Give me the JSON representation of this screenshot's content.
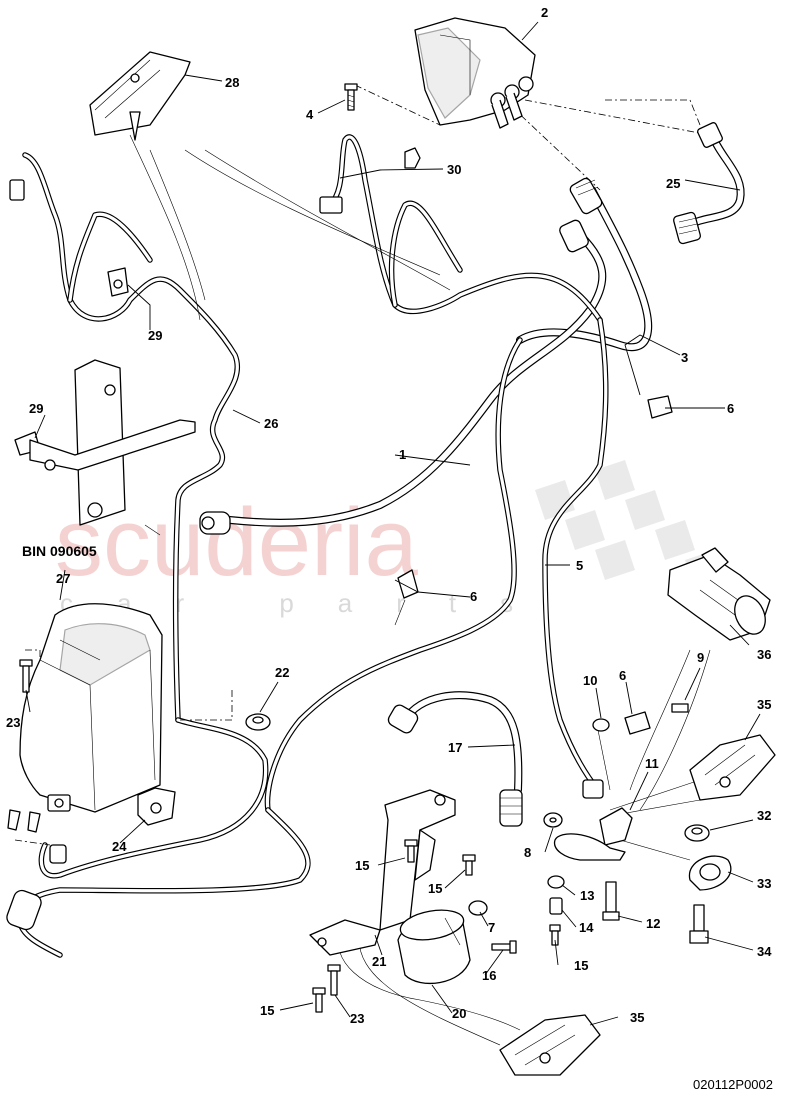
{
  "watermark": {
    "main": "scuderia",
    "sub": "car parts"
  },
  "note": "BIN 090605",
  "reference": "020112P0002",
  "callouts": {
    "c1": "1",
    "c2": "2",
    "c3": "3",
    "c4": "4",
    "c5": "5",
    "c6a": "6",
    "c6b": "6",
    "c6c": "6",
    "c7": "7",
    "c8": "8",
    "c9": "9",
    "c10": "10",
    "c11": "11",
    "c12": "12",
    "c13": "13",
    "c14": "14",
    "c15a": "15",
    "c15b": "15",
    "c15c": "15",
    "c15d": "15",
    "c16": "16",
    "c17": "17",
    "c20": "20",
    "c21": "21",
    "c22": "22",
    "c23a": "23",
    "c23b": "23",
    "c24": "24",
    "c25": "25",
    "c26": "26",
    "c27": "27",
    "c28": "28",
    "c29a": "29",
    "c29b": "29",
    "c30": "30",
    "c32": "32",
    "c33": "33",
    "c34": "34",
    "c35a": "35",
    "c35b": "35",
    "c36": "36"
  },
  "colors": {
    "line": "#000000",
    "watermark_red": "#f2c4c4",
    "watermark_grey": "#d9d9d9"
  }
}
